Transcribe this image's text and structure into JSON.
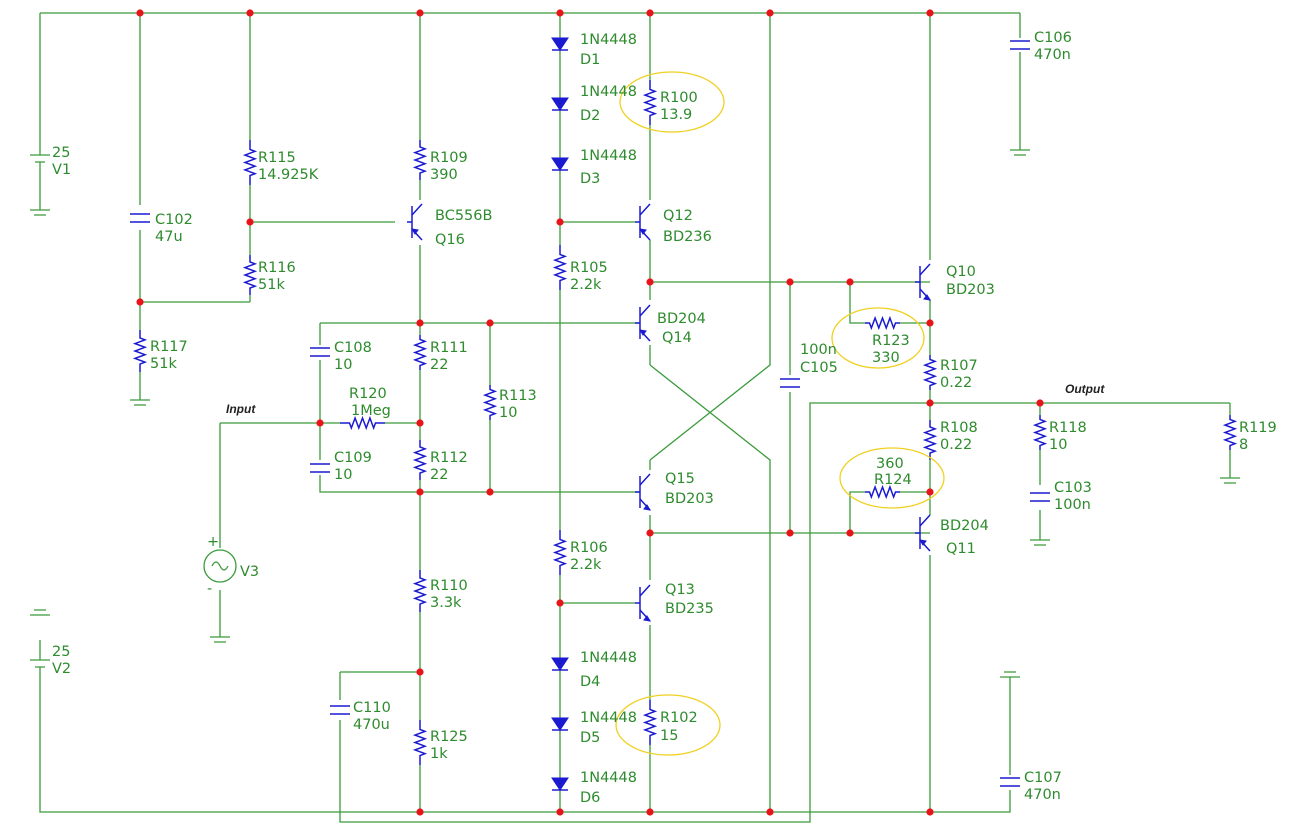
{
  "schematic": {
    "components": {
      "V1": {
        "ref": "V1",
        "value": "25"
      },
      "V2": {
        "ref": "V2",
        "value": "25"
      },
      "V3": {
        "ref": "V3"
      },
      "C102": {
        "ref": "C102",
        "value": "47u"
      },
      "R115": {
        "ref": "R115",
        "value": "14.925K"
      },
      "R116": {
        "ref": "R116",
        "value": "51k"
      },
      "R117": {
        "ref": "R117",
        "value": "51k"
      },
      "R109": {
        "ref": "R109",
        "value": "390"
      },
      "Q16": {
        "ref": "Q16",
        "value": "BC556B"
      },
      "D1": {
        "ref": "D1",
        "value": "1N4448"
      },
      "D2": {
        "ref": "D2",
        "value": "1N4448"
      },
      "D3": {
        "ref": "D3",
        "value": "1N4448"
      },
      "D4": {
        "ref": "D4",
        "value": "1N4448"
      },
      "D5": {
        "ref": "D5",
        "value": "1N4448"
      },
      "D6": {
        "ref": "D6",
        "value": "1N4448"
      },
      "R100": {
        "ref": "R100",
        "value": "13.9"
      },
      "Q12": {
        "ref": "Q12",
        "value": "BD236"
      },
      "R105": {
        "ref": "R105",
        "value": "2.2k"
      },
      "Q14": {
        "ref": "Q14",
        "value": "BD204"
      },
      "C108": {
        "ref": "C108",
        "value": "10"
      },
      "R111": {
        "ref": "R111",
        "value": "22"
      },
      "R120": {
        "ref": "R120",
        "value": "1Meg"
      },
      "R113": {
        "ref": "R113",
        "value": "10"
      },
      "C109": {
        "ref": "C109",
        "value": "10"
      },
      "R112": {
        "ref": "R112",
        "value": "22"
      },
      "Q15": {
        "ref": "Q15",
        "value": "BD203"
      },
      "R106": {
        "ref": "R106",
        "value": "2.2k"
      },
      "Q13": {
        "ref": "Q13",
        "value": "BD235"
      },
      "R110": {
        "ref": "R110",
        "value": "3.3k"
      },
      "C110": {
        "ref": "C110",
        "value": "470u"
      },
      "R125": {
        "ref": "R125",
        "value": "1k"
      },
      "R102": {
        "ref": "R102",
        "value": "15"
      },
      "C105": {
        "ref": "C105",
        "value": "100n"
      },
      "Q10": {
        "ref": "Q10",
        "value": "BD203"
      },
      "R123": {
        "ref": "R123",
        "value": "330"
      },
      "R107": {
        "ref": "R107",
        "value": "0.22"
      },
      "R108": {
        "ref": "R108",
        "value": "0.22"
      },
      "R124": {
        "ref": "R124",
        "value": "360"
      },
      "Q11": {
        "ref": "Q11",
        "value": "BD204"
      },
      "R118": {
        "ref": "R118",
        "value": "10"
      },
      "C103": {
        "ref": "C103",
        "value": "100n"
      },
      "R119": {
        "ref": "R119",
        "value": "8"
      },
      "C106": {
        "ref": "C106",
        "value": "470n"
      },
      "C107": {
        "ref": "C107",
        "value": "470n"
      }
    },
    "nets": {
      "input": "Input",
      "output": "Output"
    },
    "polarity": {
      "plus": "+",
      "minus": "-"
    },
    "colors": {
      "wire": "#3a9a3a",
      "junction": "#e8141a",
      "component": "#1a1ad0",
      "label": "#2e8b2e",
      "highlight": "#f0d020"
    }
  }
}
